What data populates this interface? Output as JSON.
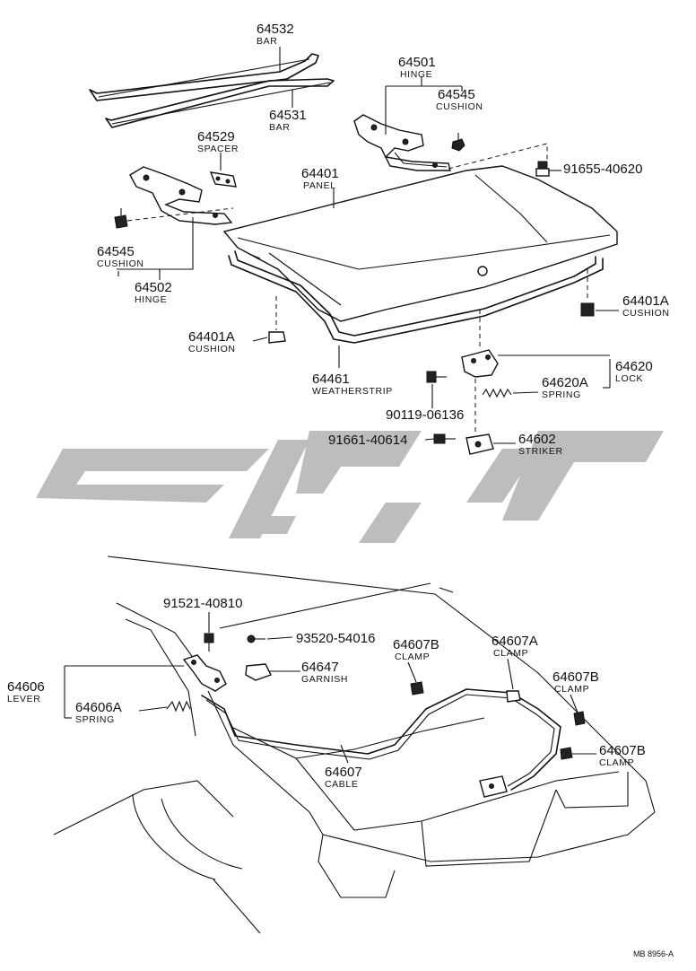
{
  "callouts": [
    {
      "id": "p64532",
      "number": "64532",
      "name": "BAR"
    },
    {
      "id": "p64531",
      "number": "64531",
      "name": "BAR"
    },
    {
      "id": "p64501",
      "number": "64501",
      "name": "HINGE"
    },
    {
      "id": "p64545a",
      "number": "64545",
      "name": "CUSHION"
    },
    {
      "id": "p64529",
      "number": "64529",
      "name": "SPACER"
    },
    {
      "id": "p64401",
      "number": "64401",
      "name": "PANEL"
    },
    {
      "id": "p91655",
      "number": "91655-40620",
      "name": ""
    },
    {
      "id": "p64545b",
      "number": "64545",
      "name": "CUSHION"
    },
    {
      "id": "p64502",
      "number": "64502",
      "name": "HINGE"
    },
    {
      "id": "p64401Ar",
      "number": "64401A",
      "name": "CUSHION"
    },
    {
      "id": "p64401Al",
      "number": "64401A",
      "name": "CUSHION"
    },
    {
      "id": "p64620",
      "number": "64620",
      "name": "LOCK"
    },
    {
      "id": "p64620A",
      "number": "64620A",
      "name": "SPRING"
    },
    {
      "id": "p64461",
      "number": "64461",
      "name": "WEATHERSTRIP"
    },
    {
      "id": "p90119",
      "number": "90119-06136",
      "name": ""
    },
    {
      "id": "p91661",
      "number": "91661-40614",
      "name": ""
    },
    {
      "id": "p64602",
      "number": "64602",
      "name": "STRIKER"
    },
    {
      "id": "p91521",
      "number": "91521-40810",
      "name": ""
    },
    {
      "id": "p93520",
      "number": "93520-54016",
      "name": ""
    },
    {
      "id": "p64607Bc",
      "number": "64607B",
      "name": "CLAMP"
    },
    {
      "id": "p64607A",
      "number": "64607A",
      "name": "CLAMP"
    },
    {
      "id": "p64606",
      "number": "64606",
      "name": "LEVER"
    },
    {
      "id": "p64647",
      "number": "64647",
      "name": "GARNISH"
    },
    {
      "id": "p64607Br",
      "number": "64607B",
      "name": "CLAMP"
    },
    {
      "id": "p64606A",
      "number": "64606A",
      "name": "SPRING"
    },
    {
      "id": "p64607Bb",
      "number": "64607B",
      "name": "CLAMP"
    },
    {
      "id": "p64607",
      "number": "64607",
      "name": "CABLE"
    }
  ],
  "drawing_code": "MB 8956-A",
  "colors": {
    "line": "#111111",
    "watermark": "#bdbdbd",
    "background": "#ffffff"
  }
}
